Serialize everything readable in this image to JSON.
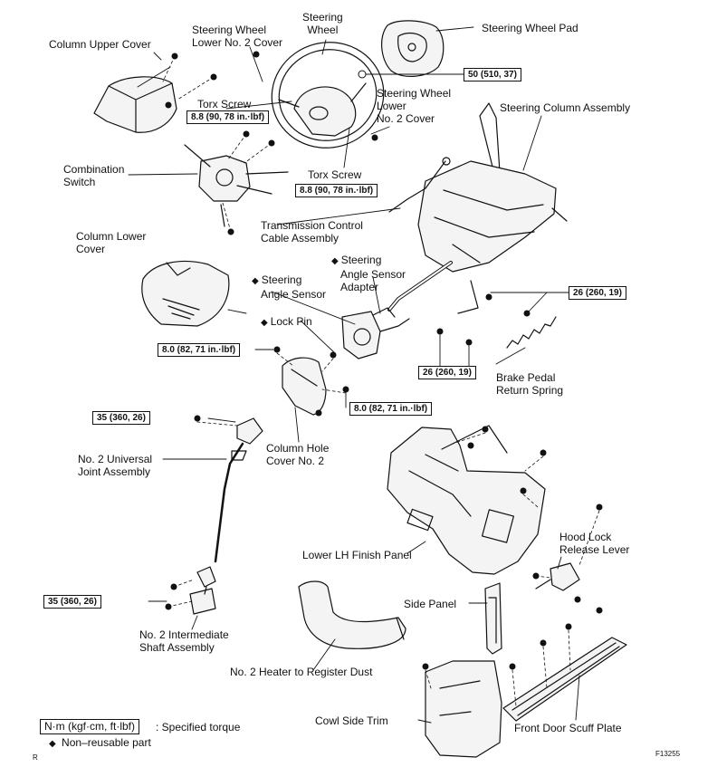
{
  "labels": {
    "steering_wheel": [
      "Steering",
      "Wheel"
    ],
    "steering_wheel_pad": "Steering Wheel Pad",
    "column_upper_cover": "Column Upper Cover",
    "lower_no2_cover_top": [
      "Steering Wheel",
      "Lower No. 2 Cover"
    ],
    "lower_no2_cover_right": [
      "Steering Wheel",
      "Lower",
      "No. 2 Cover"
    ],
    "torx_screw_left": "Torx Screw",
    "torx_screw_right": "Torx Screw",
    "steering_column_assembly": "Steering Column Assembly",
    "combination_switch": [
      "Combination",
      "Switch"
    ],
    "transmission_control_cable": [
      "Transmission Control",
      "Cable Assembly"
    ],
    "column_lower_cover": [
      "Column Lower",
      "Cover"
    ],
    "steering_angle_sensor_adapter": [
      "Steering",
      "Angle Sensor",
      "Adapter"
    ],
    "steering_angle_sensor": [
      "Steering",
      "Angle Sensor"
    ],
    "lock_pin": "Lock Pin",
    "brake_pedal_return_spring": [
      "Brake Pedal",
      "Return Spring"
    ],
    "no2_universal_joint": [
      "No. 2 Universal",
      "Joint Assembly"
    ],
    "column_hole_cover": [
      "Column Hole",
      "Cover No. 2"
    ],
    "hood_lock_release_lever": [
      "Hood Lock",
      "Release Lever"
    ],
    "lower_lh_finish_panel": "Lower LH Finish Panel",
    "side_panel": "Side Panel",
    "no2_intermediate_shaft": [
      "No. 2 Intermediate",
      "Shaft Assembly"
    ],
    "no2_heater_register_duct": "No. 2 Heater to Register Dust",
    "cowl_side_trim": "Cowl Side Trim",
    "front_door_scuff_plate": "Front Door Scuff Plate"
  },
  "torques": {
    "wheel_nut": "50 (510, 37)",
    "torx_left": "8.8 (90, 78 in.·lbf)",
    "torx_right": "8.8 (90, 78 in.·lbf)",
    "column_upper_bolts": "26 (260, 19)",
    "column_lower_bolts": "26 (260, 19)",
    "hole_cover_left": "8.0 (82, 71 in.·lbf)",
    "hole_cover_right": "8.0 (82, 71 in.·lbf)",
    "universal_joint": "35 (360, 26)",
    "intermediate_shaft": "35 (360, 26)"
  },
  "legend": {
    "torque_unit": "N·m (kgf·cm, ft·lbf)",
    "torque_desc": ": Specified torque",
    "non_reusable": "Non–reusable part",
    "diamond": "◆"
  },
  "figure_id": "F13255",
  "corner_mark": "R"
}
